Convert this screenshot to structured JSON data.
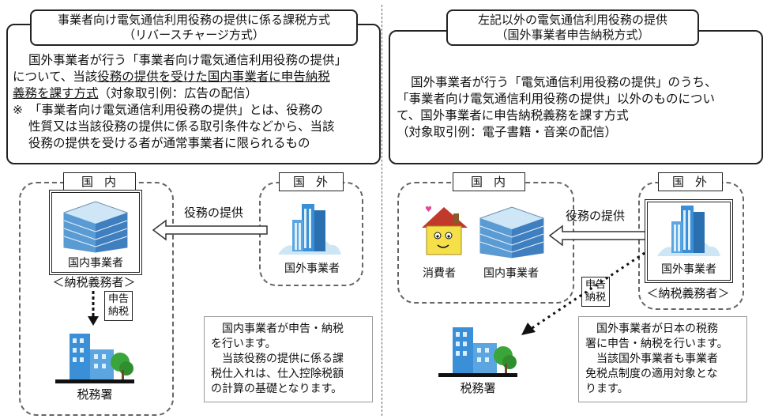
{
  "left": {
    "title_line1": "事業者向け電気通信利用役務の提供に係る課税方式",
    "title_line2": "（リバースチャージ方式）",
    "desc_line1": "国外事業者が行う「事業者向け電気通信利用役務の提供」",
    "desc_line2a": "について、当該",
    "desc_line2b": "役務の提供を受けた国内事業者に申告納税",
    "desc_line3a": "義務を課す方式",
    "desc_line3b": "（対象取引例：広告の配信）",
    "note_line1": "※　「事業者向け電気通信利用役務の提供」とは、役務の",
    "note_line2": "性質又は当該役務の提供に係る取引条件などから、当該",
    "note_line3": "役務の提供を受ける者が通常事業者に限られるもの",
    "domestic_label": "国内",
    "foreign_label": "国外",
    "arrow_label": "役務の提供",
    "domestic_business": "国内事業者",
    "obligor": "＜納税義務者＞",
    "foreign_business": "国外事業者",
    "filing_line1": "申告",
    "filing_line2": "納税",
    "tax_office": "税務署",
    "comment_line1": "国内事業者が申告・納税",
    "comment_line2": "を行います。",
    "comment_line3": "当該役務の提供に係る課",
    "comment_line4": "税仕入れは、仕入控除税額",
    "comment_line5": "の計算の基礎となります。"
  },
  "right": {
    "title_line1": "左記以外の電気通信利用役務の提供",
    "title_line2": "（国外事業者申告納税方式）",
    "desc_line1": "国外事業者が行う「電気通信利用役務の提供」のうち、",
    "desc_line2": "「事業者向け電気通信利用役務の提供」以外のものについ",
    "desc_line3": "て、国外事業者に申告納税義務を課す方式",
    "desc_line4": "（対象取引例：電子書籍・音楽の配信）",
    "domestic_label": "国内",
    "foreign_label": "国外",
    "arrow_label": "役務の提供",
    "consumer": "消費者",
    "domestic_business": "国内事業者",
    "foreign_business": "国外事業者",
    "obligor": "＜納税義務者＞",
    "filing_line1": "申告",
    "filing_line2": "納税",
    "tax_office": "税務署",
    "comment_line1": "国外事業者が日本の税務",
    "comment_line2": "署に申告・納税を行います。",
    "comment_line3": "当該国外事業者も事業者",
    "comment_line4": "免税点制度の適用対象とな",
    "comment_line5": "ります。"
  },
  "icons": {
    "office_building": "office-building-icon",
    "tax_office_building": "tax-office-building-icon",
    "house": "house-icon"
  },
  "colors": {
    "building_blue": "#3a8fd6",
    "tree_green": "#3aa63a",
    "house_yellow": "#f6e04a",
    "roof_red": "#c0392b"
  }
}
